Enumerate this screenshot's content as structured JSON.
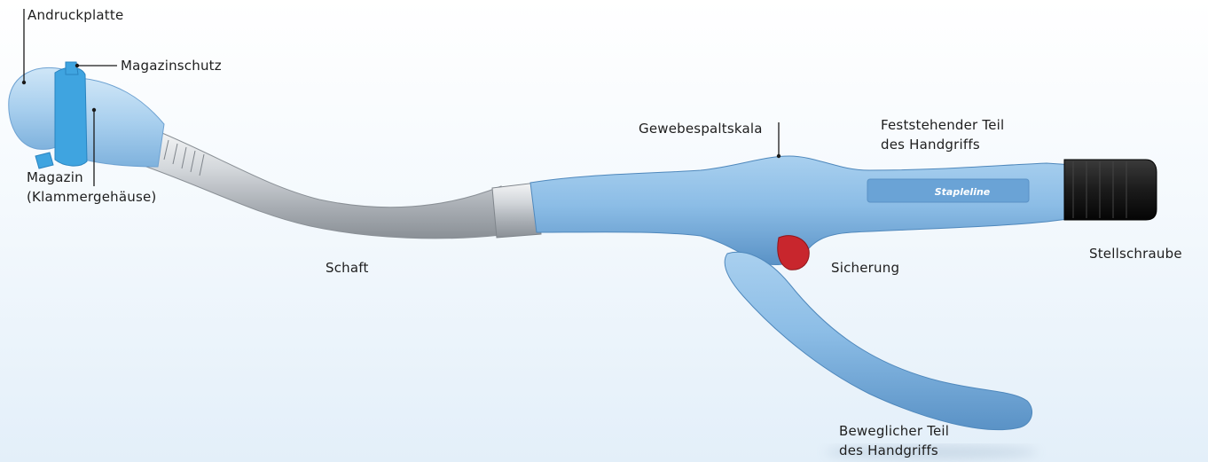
{
  "labels": {
    "andruckplatte": "Andruckplatte",
    "magazinschutz": "Magazinschutz",
    "magazin_line1": "Magazin",
    "magazin_line2": "(Klammergehäuse)",
    "schaft": "Schaft",
    "gewebespaltskala": "Gewebespaltskala",
    "feststehender_line1": "Feststehender Teil",
    "feststehender_line2": "des Handgriffs",
    "stellschraube": "Stellschraube",
    "sicherung": "Sicherung",
    "beweglicher_line1": "Beweglicher Teil",
    "beweglicher_line2": "des Handgriffs"
  },
  "brand_text": "Stapleline",
  "colors": {
    "device_blue": "#8fbfe6",
    "device_blue_dark": "#5f99cc",
    "ring_blue": "#3fa4e0",
    "shaft_metal": "#c9cdd2",
    "knob_black": "#1b1b1b",
    "safety_red": "#c8262d"
  }
}
